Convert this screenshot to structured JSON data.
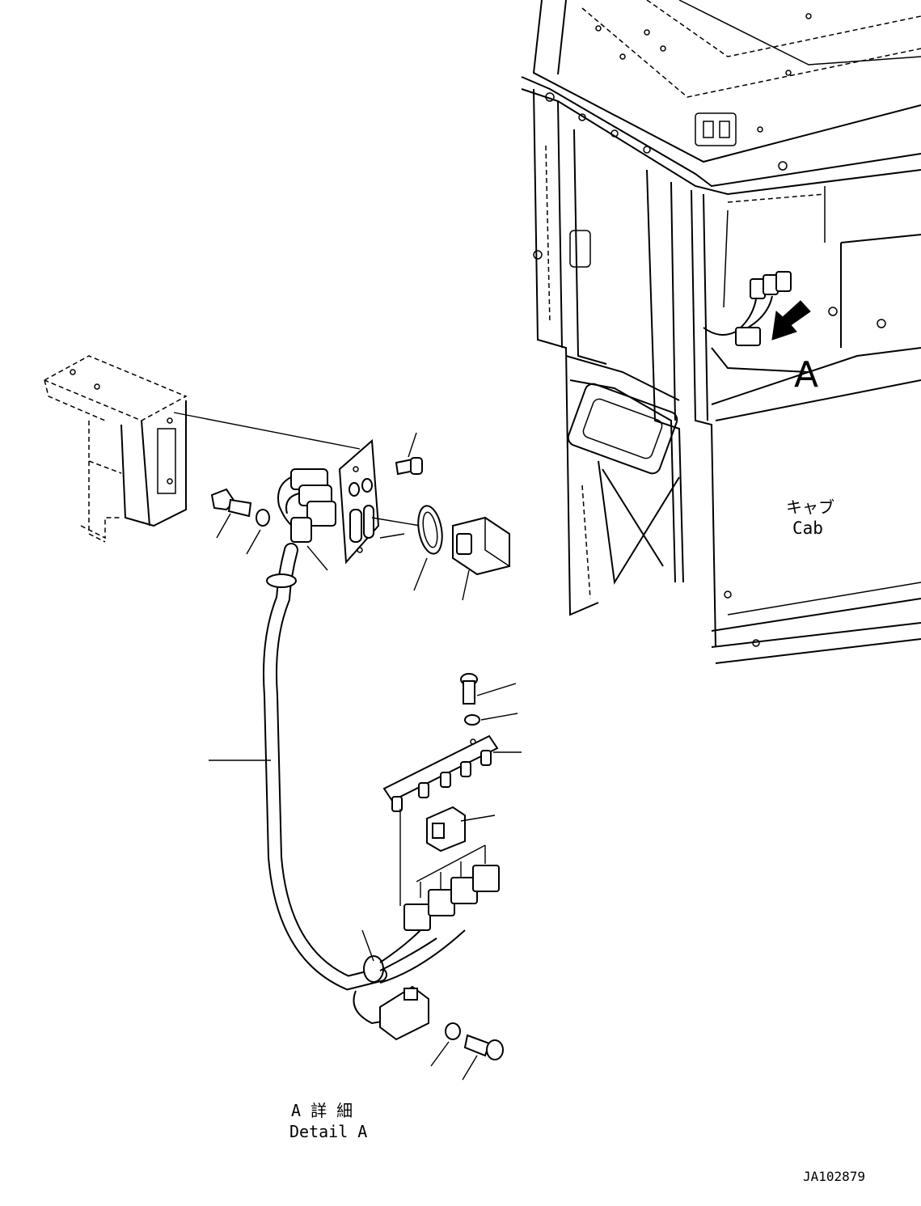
{
  "labels": {
    "arrow_letter": "A",
    "cab_jp": "キャブ",
    "cab_en": "Cab",
    "detail_jp": "A 詳 細",
    "detail_en": "Detail A",
    "drawing_code": "JA102879"
  }
}
